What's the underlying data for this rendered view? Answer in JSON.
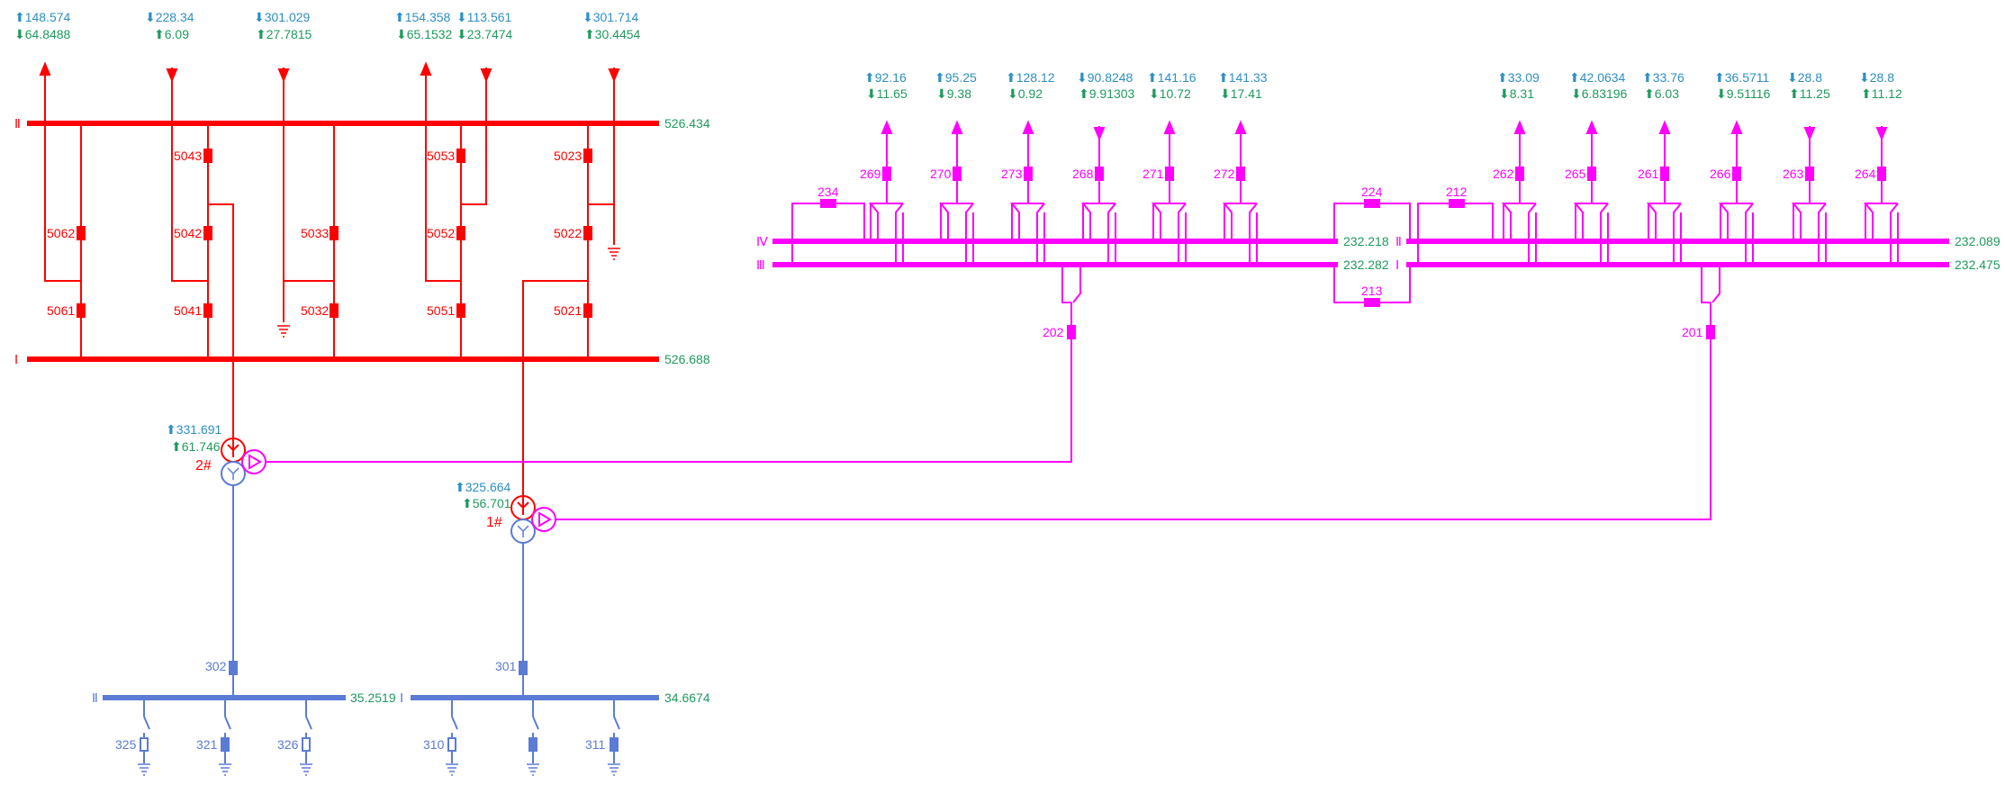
{
  "colors": {
    "kv500": "#ff0000",
    "kv220": "#ff00ff",
    "kv35": "#5b7bd5",
    "active_power": "#2e8fc4",
    "reactive_power": "#1f9a5e",
    "voltage": "#1f9a5e"
  },
  "kv500": {
    "bus_ii": {
      "label": "Ⅱ",
      "voltage": "526.434"
    },
    "bus_i": {
      "label": "Ⅰ",
      "voltage": "526.688"
    },
    "breakers": [
      "5061",
      "5062",
      "5041",
      "5042",
      "5043",
      "5032",
      "5033",
      "5051",
      "5052",
      "5053",
      "5021",
      "5022",
      "5023"
    ],
    "lines": [
      {
        "p": "⬆148.574",
        "q": "⬇64.8488"
      },
      {
        "p": "⬇228.34",
        "q": "⬆6.09"
      },
      {
        "p": "⬇301.029",
        "q": "⬆27.7815"
      },
      {
        "p": "⬆154.358",
        "q": "⬇65.1532"
      },
      {
        "p": "⬇113.561",
        "q": "⬇23.7474"
      },
      {
        "p": "⬇301.714",
        "q": "⬆30.4454"
      }
    ]
  },
  "transformers": {
    "t2": {
      "name": "2#",
      "p": "⬆331.691",
      "q": "⬆61.746"
    },
    "t1": {
      "name": "1#",
      "p": "⬆325.664",
      "q": "⬆56.701"
    }
  },
  "kv220": {
    "left": {
      "bus_iv": {
        "label": "Ⅳ",
        "voltage": "232.218"
      },
      "bus_iii": {
        "label": "Ⅲ",
        "voltage": "232.282"
      }
    },
    "right": {
      "bus_ii": {
        "label": "Ⅱ",
        "voltage": "232.089"
      },
      "bus_i": {
        "label": "Ⅰ",
        "voltage": "232.475"
      }
    },
    "bus_couplers": [
      "234",
      "224",
      "212",
      "213"
    ],
    "transformer_breakers": [
      "202",
      "201"
    ],
    "feeders": [
      {
        "id": "269",
        "p": "⬆92.16",
        "q": "⬇11.65"
      },
      {
        "id": "270",
        "p": "⬆95.25",
        "q": "⬇9.38"
      },
      {
        "id": "273",
        "p": "⬆128.12",
        "q": "⬇0.92"
      },
      {
        "id": "268",
        "p": "⬇90.8248",
        "q": "⬆9.91303"
      },
      {
        "id": "271",
        "p": "⬆141.16",
        "q": "⬇10.72"
      },
      {
        "id": "272",
        "p": "⬆141.33",
        "q": "⬇17.41"
      },
      {
        "id": "262",
        "p": "⬆33.09",
        "q": "⬇8.31"
      },
      {
        "id": "265",
        "p": "⬆42.0634",
        "q": "⬇6.83196"
      },
      {
        "id": "261",
        "p": "⬆33.76",
        "q": "⬆6.03"
      },
      {
        "id": "266",
        "p": "⬆36.5711",
        "q": "⬇9.51116"
      },
      {
        "id": "263",
        "p": "⬇28.8",
        "q": "⬆11.25"
      },
      {
        "id": "264",
        "p": "⬇28.8",
        "q": "⬆11.12"
      }
    ]
  },
  "kv35": {
    "bus_ii": {
      "label": "Ⅱ",
      "voltage": "35.2519"
    },
    "bus_i": {
      "label": "Ⅰ",
      "voltage": "34.6674"
    },
    "incomers": [
      "302",
      "301"
    ],
    "feeders": [
      "325",
      "321",
      "326",
      "310",
      "311"
    ]
  }
}
